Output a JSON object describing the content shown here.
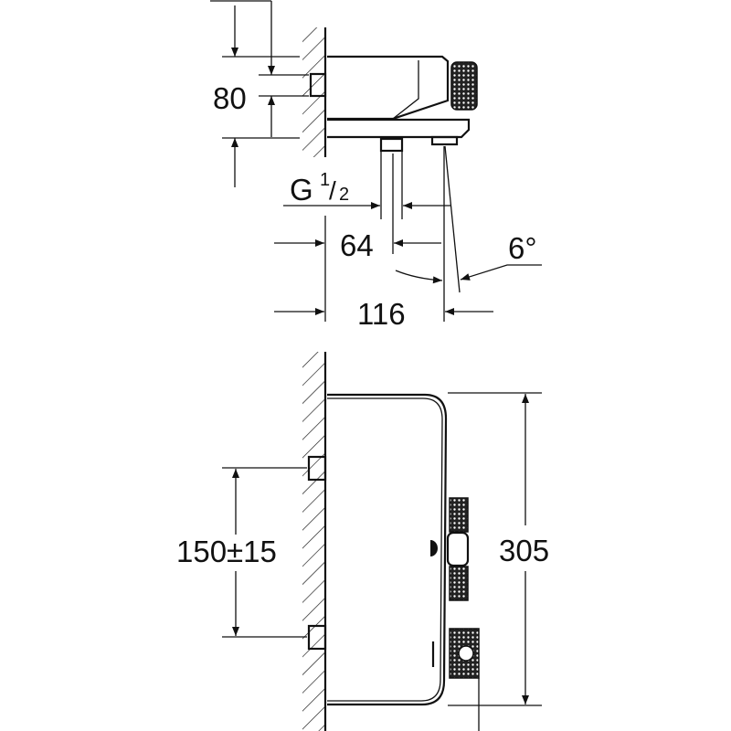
{
  "top_view": {
    "dim_height": "80",
    "thread_prefix": "G",
    "thread_num": "1",
    "thread_slash": "/",
    "thread_den": "2",
    "dim_inlet": "64",
    "dim_depth": "116",
    "dim_angle": "6°"
  },
  "front_view": {
    "dim_connection_spacing": "150±15",
    "dim_total_height": "305"
  },
  "colors": {
    "line": "#111111",
    "background": "#ffffff"
  }
}
